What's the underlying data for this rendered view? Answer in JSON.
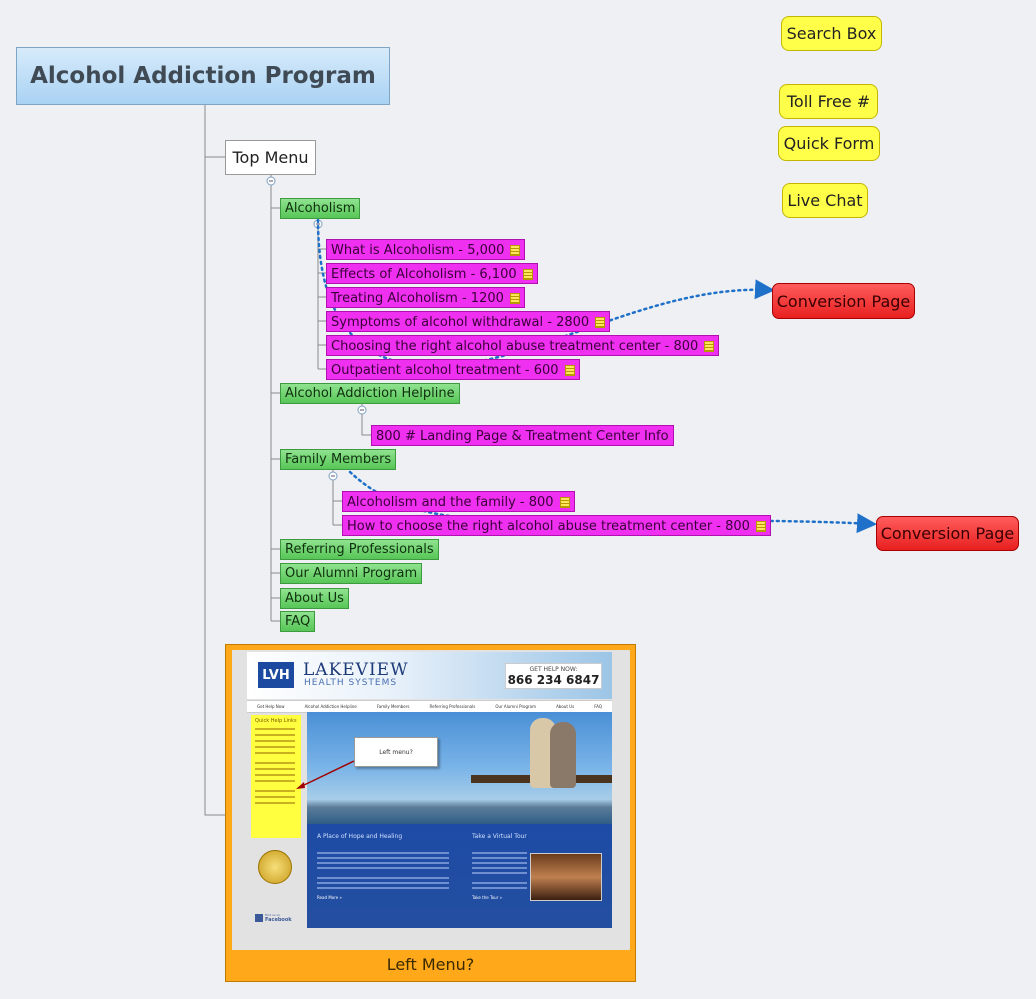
{
  "root": {
    "title": "Alcohol Addiction Program"
  },
  "top_menu": {
    "label": "Top Menu"
  },
  "menu": {
    "alcoholism": {
      "label": "Alcoholism",
      "children": [
        "What is Alcoholism - 5,000",
        "Effects of Alcoholism - 6,100",
        "Treating Alcoholism - 1200",
        "Symptoms of alcohol withdrawal - 2800",
        "Choosing the right alcohol abuse treatment center - 800",
        "Outpatient alcohol treatment - 600"
      ]
    },
    "helpline": {
      "label": "Alcohol Addiction Helpline",
      "children": [
        "800 # Landing Page & Treatment Center Info"
      ]
    },
    "family": {
      "label": "Family Members",
      "children": [
        "Alcoholism and the family - 800",
        "How to choose the right alcohol abuse treatment center - 800"
      ]
    },
    "others": [
      "Referring Professionals",
      "Our Alumni Program",
      "About Us",
      "FAQ"
    ]
  },
  "side_notes": [
    "Search Box",
    "Toll Free #",
    "Quick Form",
    "Live Chat"
  ],
  "conversion": {
    "label_1": "Conversion Page",
    "label_2": "Conversion Page"
  },
  "screenshot": {
    "caption": "Left Menu?",
    "logo_initials": "LVH",
    "logo_name": "LAKEVIEW",
    "logo_sub": "HEALTH SYSTEMS",
    "phone_label": "GET HELP NOW:",
    "phone_number": "866 234 6847",
    "nav": [
      "Get Help Now",
      "Alcohol Addiction Helpline",
      "Family Members",
      "Referring Professionals",
      "Our Alumni Program",
      "About Us",
      "FAQ"
    ],
    "quick_help": "Quick Help Links",
    "callout": "Left menu?",
    "box1_title": "A Place of Hope and Healing",
    "box2_title": "Take a Virtual Tour",
    "read_more": "Read More »",
    "tour_link": "Take the Tour »",
    "facebook_small": "Find us on",
    "facebook": "Facebook"
  },
  "colors": {
    "menu_node": "#57c657",
    "page_node": "#f030f0",
    "note_node": "#ffff4a",
    "conversion_node": "#e82020",
    "frame": "#ffa81a",
    "link_arrow": "#1f70c8"
  }
}
